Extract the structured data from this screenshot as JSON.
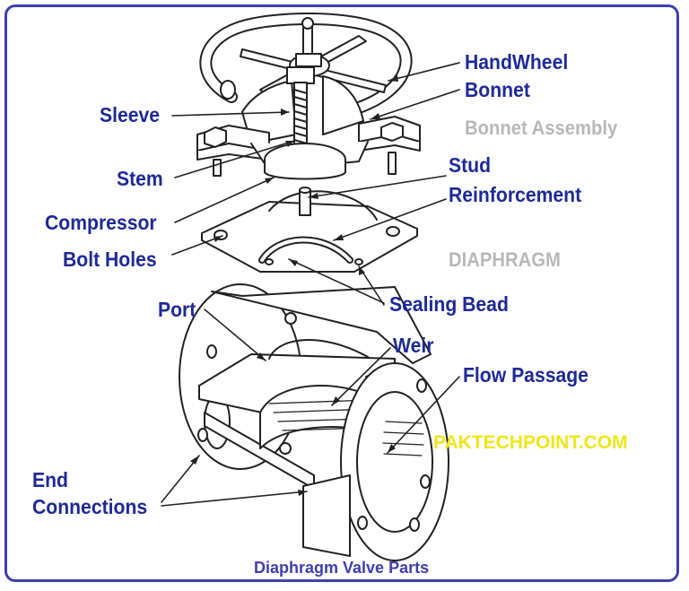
{
  "colors": {
    "label": "#1e2a96",
    "gray_label": "#b8b8b8",
    "watermark": "#f2e51a",
    "caption": "#3d3fae",
    "frame": "#3d3fae",
    "line_art": "#222222"
  },
  "labels": {
    "handwheel": "HandWheel",
    "bonnet": "Bonnet",
    "sleeve": "Sleeve",
    "stem": "Stem",
    "compressor": "Compressor",
    "bolt_holes": "Bolt Holes",
    "stud": "Stud",
    "reinforcement": "Reinforcement",
    "sealing_bead": "Sealing Bead",
    "port": "Port",
    "weir": "Weir",
    "flow_passage": "Flow Passage",
    "end": "End",
    "connections": "Connections"
  },
  "group_labels": {
    "bonnet_assembly": "Bonnet Assembly",
    "diaphragm": "DIAPHRAGM"
  },
  "watermark": "PAKTECHPOINT.COM",
  "caption": "Diaphragm Valve Parts"
}
